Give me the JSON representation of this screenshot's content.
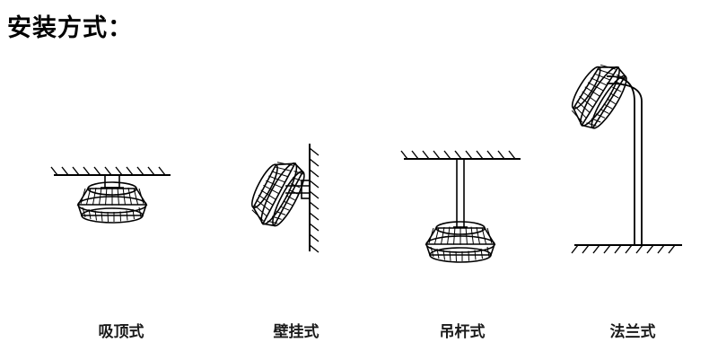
{
  "page": {
    "title": "安装方式：",
    "background_color": "#ffffff",
    "line_color": "#000000"
  },
  "diagram": {
    "type": "mounting-methods-illustration",
    "items": [
      {
        "id": "ceiling-mount",
        "caption": "吸顶式",
        "description": "灯具直接吸附安装于天花板下方，天花板以斜线阴影表示"
      },
      {
        "id": "wall-mount",
        "caption": "壁挂式",
        "description": "灯具通过支架横向安装于竖直墙面上，墙面以斜线阴影表示"
      },
      {
        "id": "pole-mount",
        "caption": "吊杆式",
        "description": "灯具通过竖直吊杆悬挂于天花板下方"
      },
      {
        "id": "flange-mount",
        "caption": "法兰式",
        "description": "灯具安装于弯曲立杆顶端，立杆固定于地面法兰底座"
      }
    ]
  }
}
